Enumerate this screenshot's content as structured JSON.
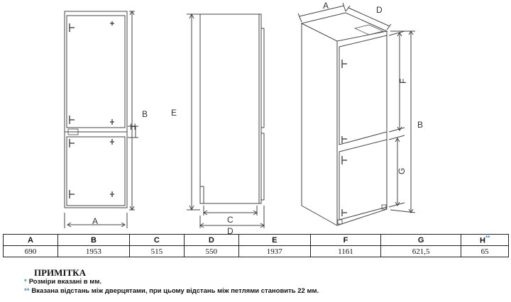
{
  "labels": {
    "A": "A",
    "B": "B",
    "C": "C",
    "D": "D",
    "E": "E",
    "F": "F",
    "G": "G",
    "H": "H"
  },
  "table": {
    "headers": [
      "A",
      "B",
      "C",
      "D",
      "E",
      "F",
      "G",
      "H"
    ],
    "values": [
      "690",
      "1953",
      "515",
      "550",
      "1937",
      "1161",
      "621,5",
      "65"
    ],
    "marked_header": "**"
  },
  "note": {
    "title": "ПРИМІТКА",
    "mark1": "*",
    "line1": "Розміри вказані в мм.",
    "mark2": "**",
    "line2": "Вказана відстань між дверцятами, при цьому відстань між петлями становить 22 мм."
  },
  "colors": {
    "line": "#444444",
    "accent_blue": "#3f8fd4"
  }
}
